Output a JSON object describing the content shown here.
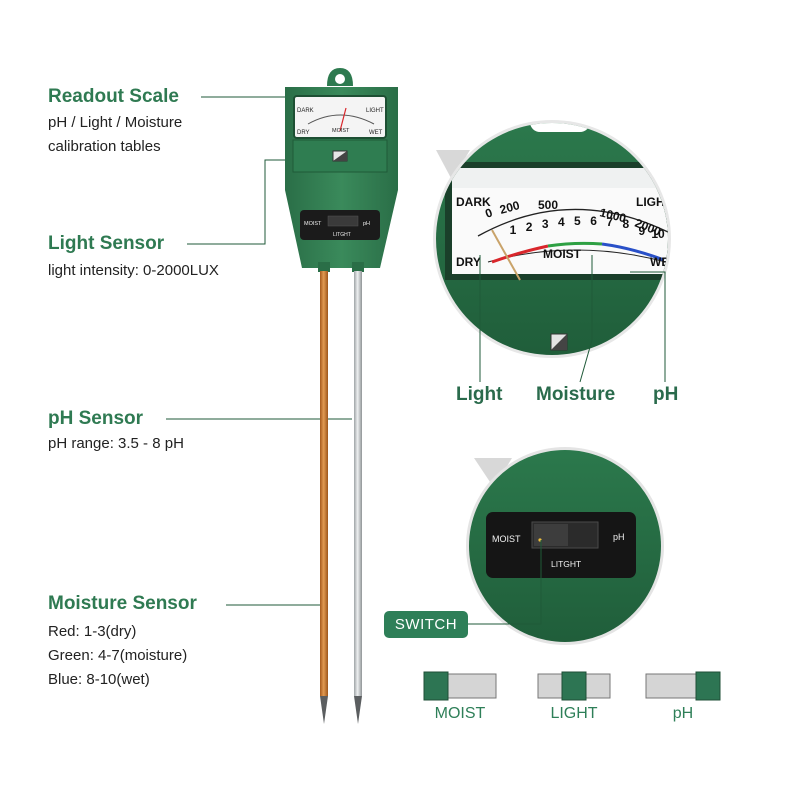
{
  "features": {
    "readout": {
      "title": "Readout Scale",
      "lines": [
        "pH / Light / Moisture",
        "calibration tables"
      ]
    },
    "light": {
      "title": "Light Sensor",
      "lines": [
        "light intensity: 0-2000LUX"
      ]
    },
    "ph": {
      "title": "pH Sensor",
      "lines": [
        "pH range: 3.5 - 8 pH"
      ]
    },
    "moisture": {
      "title": "Moisture Sensor",
      "lines": [
        "Red: 1-3(dry)",
        "Green: 4-7(moisture)",
        "Blue: 8-10(wet)"
      ]
    }
  },
  "device": {
    "gauge_top_left": "DARK",
    "gauge_top_right": "LIGHT",
    "gauge_bottom_left": "DRY",
    "gauge_bottom_center": "MOIST",
    "gauge_bottom_right": "WET",
    "switch_moist": "MOIST",
    "switch_ph": "pH",
    "switch_light": "LITGHT"
  },
  "zoom_gauge": {
    "dark": "DARK",
    "light": "LIGHT",
    "dry": "DRY",
    "moist": "MOIST",
    "wet": "WET",
    "lux_ticks": [
      "0",
      "200",
      "500",
      "1000",
      "2000"
    ],
    "moist_ticks": [
      "1",
      "2",
      "3",
      "4",
      "5",
      "6",
      "7",
      "8",
      "9",
      "10"
    ]
  },
  "gauge_callouts": {
    "light": "Light",
    "moisture": "Moisture",
    "ph": "pH"
  },
  "zoom_switch": {
    "moist": "MOIST",
    "ph": "pH",
    "light": "LITGHT"
  },
  "switch_label": "SWITCH",
  "modes": [
    {
      "label": "MOIST",
      "position": "left"
    },
    {
      "label": "LIGHT",
      "position": "center"
    },
    {
      "label": "pH",
      "position": "right"
    }
  ],
  "colors": {
    "device_green": "#2f7a4f",
    "dark_green": "#1f5a38",
    "heading_green": "#2f7a52",
    "copper_probe": "#c7782f",
    "steel_probe": "#cfd3d4",
    "dry_red": "#d9262b",
    "moist_green": "#2ea043",
    "wet_blue": "#2950c8"
  }
}
